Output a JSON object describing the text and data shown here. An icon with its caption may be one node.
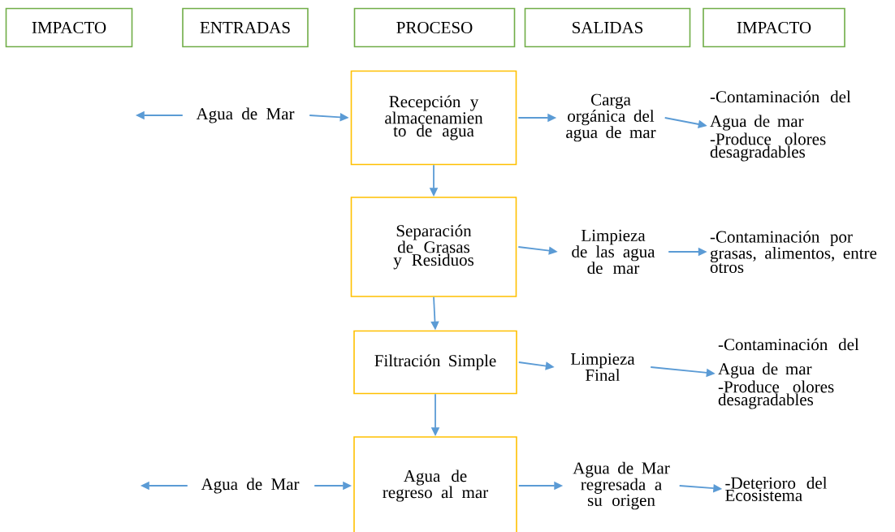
{
  "diagram": {
    "nodes": [
      {
        "text": [
          "IMPACTO"
        ]
      },
      {
        "text": [
          "ENTRADAS"
        ]
      },
      {
        "text": [
          "PROCESO"
        ]
      },
      {
        "text": [
          "SALIDAS"
        ]
      },
      {
        "text": [
          "IMPACTO"
        ]
      },
      {
        "text": [
          "Agua de Mar"
        ]
      },
      {
        "text": [
          "Recepción y almacenamien to de agua"
        ]
      },
      {
        "text": [
          "Carga orgánica del agua de mar"
        ]
      },
      {
        "text": [
          "-Contaminación del Agua de mar",
          "-Produce olores desagradables"
        ]
      },
      {
        "text": [
          "Separación de Grasas y Residuos"
        ]
      },
      {
        "text": [
          "Limpieza de las agua de mar"
        ]
      },
      {
        "text": [
          "-Contaminación por grasas, alimentos, entre otros"
        ]
      },
      {
        "text": [
          "Filtración Simple"
        ]
      },
      {
        "text": [
          "Limpieza Final"
        ]
      },
      {
        "text": [
          "-Contaminación del Agua de mar",
          "-Produce olores desagradables"
        ]
      },
      {
        "text": [
          "Agua de Mar"
        ]
      },
      {
        "text": [
          "Agua de regreso al mar"
        ]
      },
      {
        "text": [
          "Agua de Mar regresada a su origen"
        ]
      },
      {
        "text": [
          "-Deterioro del Ecosistema"
        ]
      }
    ],
    "edges": [
      {
        "from": 5,
        "to": null,
        "arrow": "to"
      },
      {
        "from": 5,
        "to": 6,
        "arrow": "to"
      },
      {
        "from": 6,
        "to": 7,
        "arrow": "to"
      },
      {
        "from": 7,
        "to": 8,
        "arrow": "to"
      },
      {
        "from": 6,
        "to": 9,
        "arrow": "to"
      },
      {
        "from": 9,
        "to": 10,
        "arrow": "to"
      },
      {
        "from": 10,
        "to": 11,
        "arrow": "to"
      },
      {
        "from": 9,
        "to": 12,
        "arrow": "to"
      },
      {
        "from": 12,
        "to": 13,
        "arrow": "to"
      },
      {
        "from": 13,
        "to": 14,
        "arrow": "to"
      },
      {
        "from": 12,
        "to": 16,
        "arrow": "to"
      },
      {
        "from": 15,
        "to": null,
        "arrow": "to"
      },
      {
        "from": 15,
        "to": 16,
        "arrow": "to"
      },
      {
        "from": 16,
        "to": 17,
        "arrow": "to"
      },
      {
        "from": 17,
        "to": 18,
        "arrow": "to"
      }
    ]
  }
}
